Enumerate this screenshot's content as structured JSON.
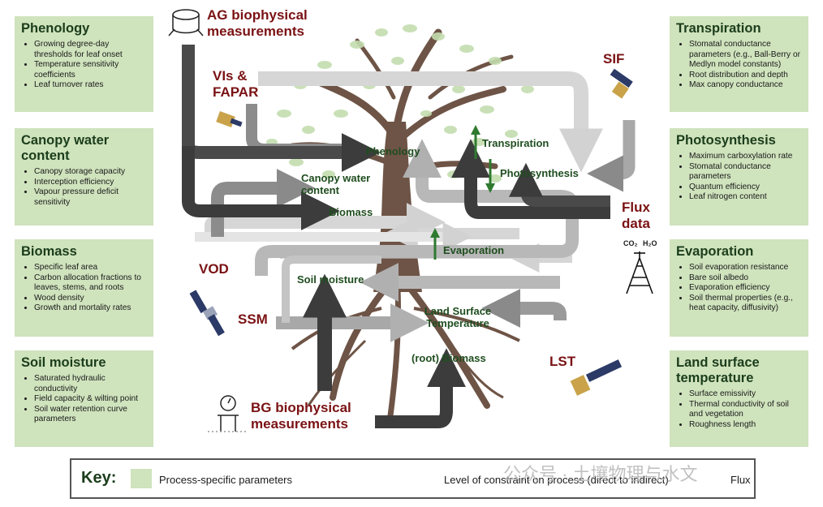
{
  "left_boxes": [
    {
      "title": "Phenology",
      "items": [
        "Growing degree-day thresholds for leaf onset",
        "Temperature sensitivity coefficients",
        "Leaf turnover rates"
      ]
    },
    {
      "title": "Canopy water content",
      "items": [
        "Canopy storage capacity",
        "Interception efficiency",
        "Vapour pressure deficit sensitivity"
      ]
    },
    {
      "title": "Biomass",
      "items": [
        "Specific leaf area",
        "Carbon allocation fractions to leaves, stems, and roots",
        "Wood density",
        "Growth and mortality rates"
      ]
    },
    {
      "title": "Soil moisture",
      "items": [
        "Saturated hydraulic conductivity",
        "Field capacity & wilting point",
        "Soil water retention curve parameters"
      ]
    }
  ],
  "right_boxes": [
    {
      "title": "Transpiration",
      "items": [
        "Stomatal conductance parameters (e.g., Ball-Berry or Medlyn model constants)",
        "Root distribution and depth",
        "Max canopy conductance"
      ]
    },
    {
      "title": "Photosynthesis",
      "items": [
        "Maximum carboxylation rate",
        "Stomatal conductance parameters",
        "Quantum efficiency",
        "Leaf nitrogen content"
      ]
    },
    {
      "title": "Evaporation",
      "items": [
        "Soil evaporation resistance",
        "Bare soil albedo",
        "Evaporation efficiency",
        "Soil thermal properties (e.g., heat capacity, diffusivity)"
      ]
    },
    {
      "title": "Land surface temperature",
      "items": [
        "Surface emissivity",
        "Thermal conductivity of soil and vegetation",
        "Roughness length"
      ]
    }
  ],
  "sources": {
    "ag": "AG biophysical measurements",
    "vis": "VIs & FAPAR",
    "sif": "SIF",
    "flux": "Flux data",
    "vod": "VOD",
    "ssm": "SSM",
    "lst": "LST",
    "bg": "BG biophysical measurements",
    "co2": "CO₂",
    "h2o": "H₂O"
  },
  "processes": {
    "phenology": "Phenology",
    "canopy_water": "Canopy water content",
    "biomass": "Biomass",
    "transpiration": "Transpiration",
    "photosynthesis": "Photosynthesis",
    "evaporation": "Evaporation",
    "soil_moisture": "Soil moisture",
    "lst": "Land Surface Temperature",
    "root_biomass": "(root) Biomass"
  },
  "key": {
    "title": "Key:",
    "swatch_label": "Process-specific parameters",
    "gradient_label": "Level of constraint on process (direct to indirect)",
    "flux_label": "Flux"
  },
  "watermark": "公众号 · 土壤物理与水文",
  "colors": {
    "box": "#cfe3bd",
    "source_text": "#7a1214",
    "process_text": "#1f4d1f",
    "flux_arrow": "#2f7a2f"
  }
}
